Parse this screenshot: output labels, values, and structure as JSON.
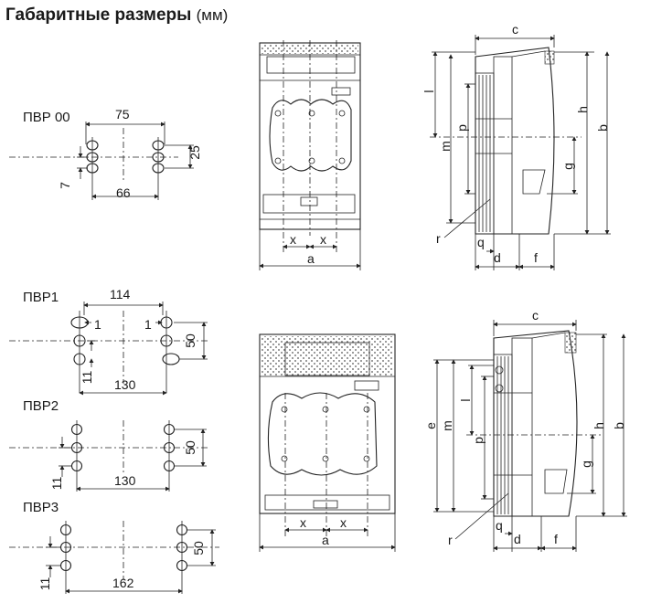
{
  "title": {
    "main": "Габаритные размеры",
    "unit": "(мм)"
  },
  "models": {
    "pvr00": "ПВР 00",
    "pvr1": "ПВР1",
    "pvr2": "ПВР2",
    "pvr3": "ПВР3"
  },
  "pvr00_dims": {
    "top": "75",
    "right": "25",
    "left": "7",
    "bottom": "66"
  },
  "pvr1_dims": {
    "top": "114",
    "offset_left": "1",
    "offset_right": "1",
    "right": "50",
    "left": "11",
    "bottom": "130"
  },
  "pvr2_dims": {
    "right": "50",
    "left": "11",
    "bottom": "130"
  },
  "pvr3_dims": {
    "right": "50",
    "left": "11",
    "bottom": "162"
  },
  "front_labels": {
    "x": "x",
    "a": "a"
  },
  "side_labels": {
    "c": "c",
    "l": "l",
    "p": "p",
    "m": "m",
    "h": "h",
    "b": "b",
    "g": "g",
    "r": "r",
    "q": "q",
    "d": "d",
    "f": "f",
    "e": "e"
  },
  "colors": {
    "line": "#222222",
    "background": "#ffffff",
    "text": "#1a1a1a"
  }
}
